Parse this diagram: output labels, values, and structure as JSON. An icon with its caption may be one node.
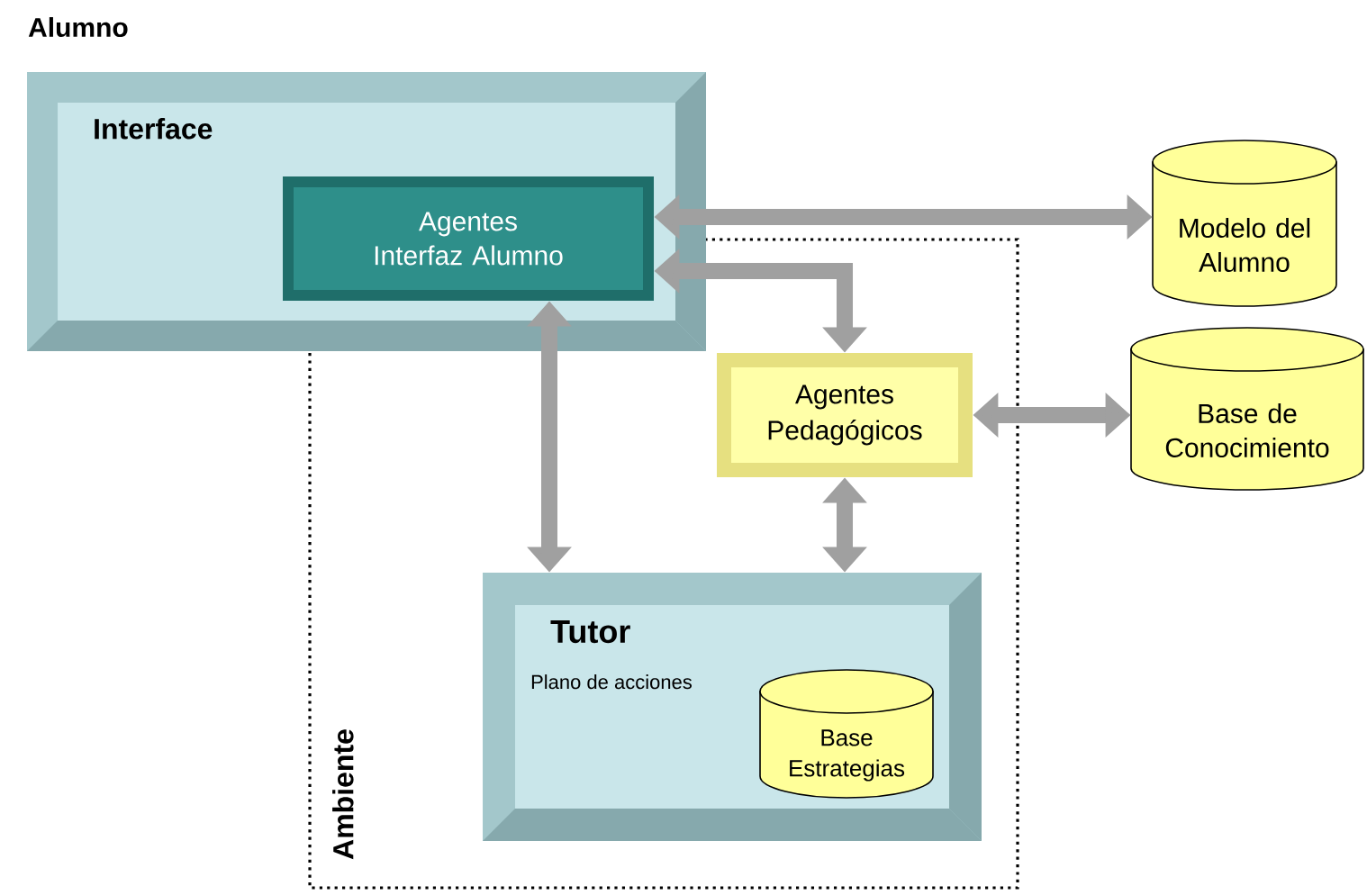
{
  "diagram": {
    "nodes": [
      {
        "text": [
          "Interface"
        ]
      },
      {
        "text": [
          "Agentes Interfaz Alumno"
        ],
        "in": 0
      },
      {
        "text": [
          "Modelo del Alumno"
        ]
      },
      {
        "text": [
          "Ambiente"
        ]
      },
      {
        "text": [
          "Agentes Pedagógicos"
        ],
        "in": 3
      },
      {
        "text": [
          "Base de Conocimiento"
        ]
      },
      {
        "text": [
          "Tutor",
          "Plano de acciones"
        ],
        "in": 3
      },
      {
        "text": [
          "Base Estrategias"
        ],
        "in": 6
      }
    ],
    "edges": [
      {
        "from": 1,
        "to": 2,
        "arrow": "both"
      },
      {
        "from": 1,
        "to": 4,
        "arrow": "both"
      },
      {
        "from": 1,
        "to": 6,
        "arrow": "both"
      },
      {
        "from": 4,
        "to": 5,
        "arrow": "both"
      },
      {
        "from": 4,
        "to": 6,
        "arrow": "both"
      }
    ],
    "labels": [
      "Alumno"
    ]
  }
}
